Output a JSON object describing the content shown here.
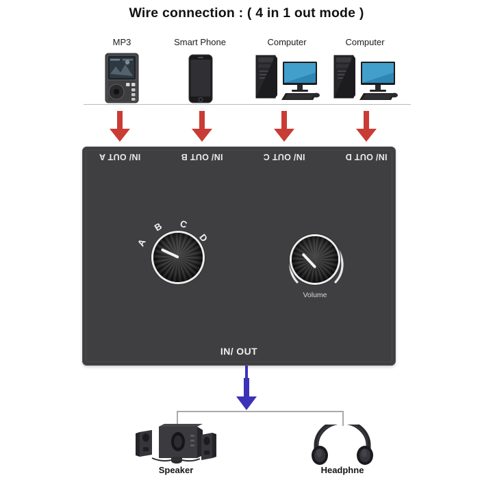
{
  "title": "Wire connection : ( 4 in 1 out mode )",
  "sources": [
    {
      "label": "MP3",
      "icon": "mp3-player-icon",
      "arrow": "red-down-arrow"
    },
    {
      "label": "Smart Phone",
      "icon": "smartphone-icon",
      "arrow": "red-down-arrow"
    },
    {
      "label": "Computer",
      "icon": "desktop-pc-icon",
      "arrow": "red-down-arrow"
    },
    {
      "label": "Computer",
      "icon": "desktop-pc-icon",
      "arrow": "red-down-arrow"
    }
  ],
  "device": {
    "ports": [
      {
        "label": "IN/ OUT A"
      },
      {
        "label": "IN/ OUT B"
      },
      {
        "label": "IN/ OUT C"
      },
      {
        "label": "IN/ OUT D"
      }
    ],
    "bottom_port": "IN/ OUT",
    "selector": {
      "name": "selector-knob",
      "options": [
        "A",
        "B",
        "C",
        "D"
      ],
      "selected": "A"
    },
    "volume": {
      "name": "volume-knob",
      "label": "Volume"
    }
  },
  "outputs": [
    {
      "label": "Speaker",
      "icon": "speaker-system-icon"
    },
    {
      "label": "Headphne",
      "icon": "headphone-icon"
    }
  ],
  "colors": {
    "input_arrow": "#c83c35",
    "output_arrow": "#3b32b8",
    "device_body": "#3f3f41",
    "device_text": "#ececec",
    "background": "#ffffff",
    "line": "#b9b9b9"
  }
}
